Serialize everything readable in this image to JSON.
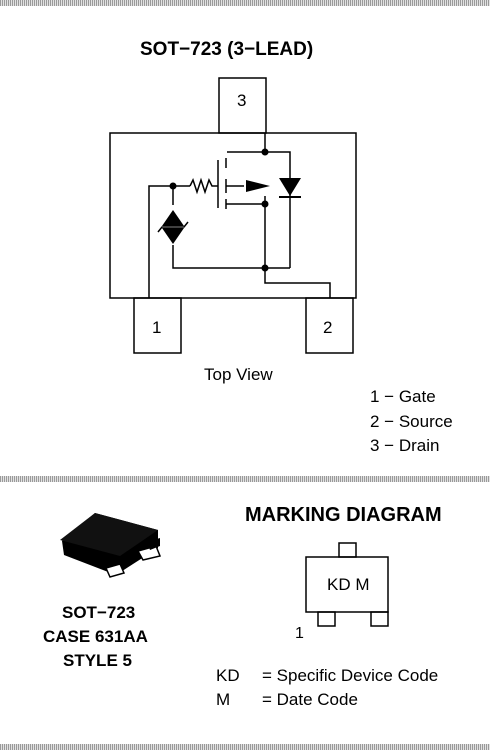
{
  "top": {
    "title": "SOT−723 (3−LEAD)",
    "pin3": "3",
    "pin1": "1",
    "pin2": "2",
    "view_label": "Top View",
    "legend": [
      "1 − Gate",
      "2 − Source",
      "3 − Drain"
    ]
  },
  "bottom": {
    "package_lines": [
      "SOT−723",
      "CASE 631AA",
      "STYLE 5"
    ],
    "marking_title": "MARKING DIAGRAM",
    "marking_text": "KD M",
    "pin1_label": "1",
    "codes": [
      {
        "code": "KD",
        "desc": "= Specific Device Code"
      },
      {
        "code": "M",
        "desc": "= Date Code"
      }
    ]
  },
  "colors": {
    "ink": "#000000",
    "rule_dark": "#9a9a9a",
    "rule_light": "#e2e2e2"
  }
}
